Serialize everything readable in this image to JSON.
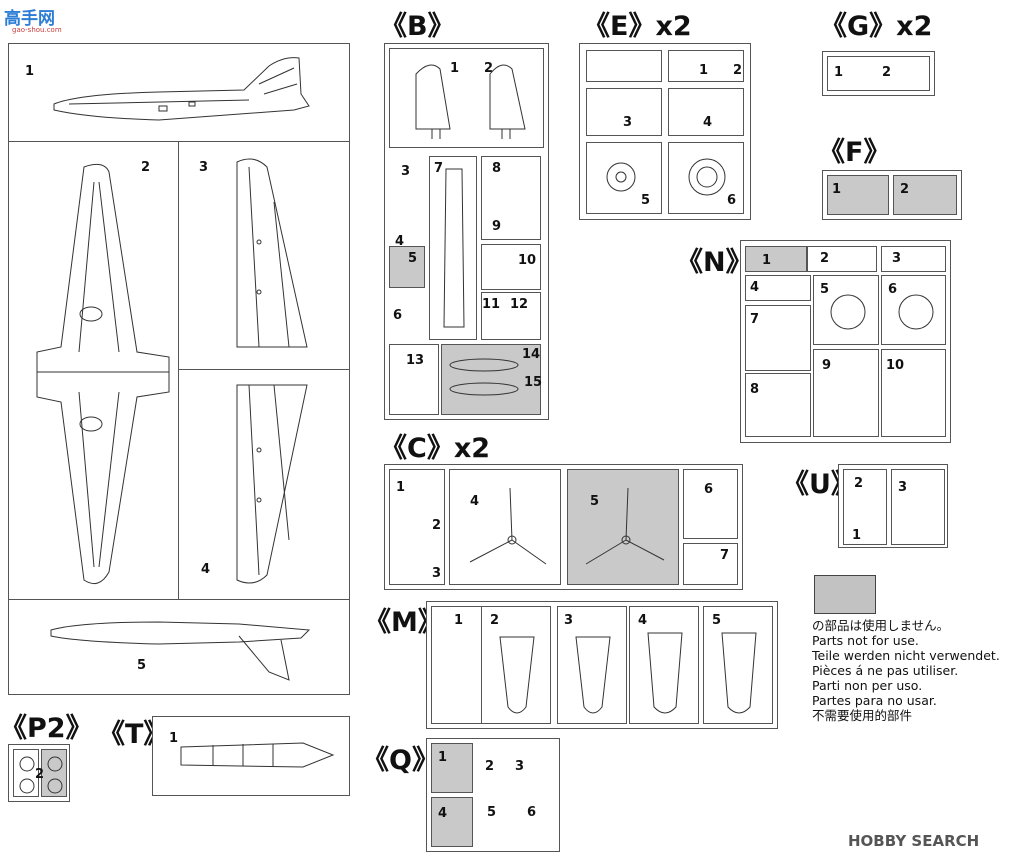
{
  "watermark": {
    "site_name": "高手网",
    "site_url": "gao-shou.com"
  },
  "main_parts_frame": {
    "labels": [
      "1",
      "2",
      "3",
      "4",
      "5"
    ]
  },
  "sprues": {
    "B": {
      "title": "《B》",
      "labels": [
        "1",
        "2",
        "3",
        "4",
        "5",
        "6",
        "7",
        "8",
        "9",
        "10",
        "11",
        "12",
        "13",
        "14",
        "15"
      ],
      "unused": [
        "5",
        "14",
        "15"
      ]
    },
    "E": {
      "title": "《E》x2",
      "labels": [
        "1",
        "2",
        "3",
        "4",
        "5",
        "6"
      ]
    },
    "G": {
      "title": "《G》x2",
      "labels": [
        "1",
        "2"
      ]
    },
    "F": {
      "title": "《F》",
      "labels": [
        "1",
        "2"
      ],
      "unused": [
        "1",
        "2"
      ]
    },
    "N": {
      "title": "《N》",
      "labels": [
        "1",
        "2",
        "3",
        "4",
        "5",
        "6",
        "7",
        "8",
        "9",
        "10"
      ],
      "unused": [
        "1"
      ]
    },
    "C": {
      "title": "《C》x2",
      "labels": [
        "1",
        "2",
        "3",
        "4",
        "5",
        "6",
        "7"
      ],
      "unused": [
        "5"
      ]
    },
    "U": {
      "title": "《U》",
      "labels": [
        "2",
        "1",
        "3"
      ]
    },
    "M": {
      "title": "《M》",
      "labels": [
        "1",
        "2",
        "3",
        "4",
        "5"
      ]
    },
    "P2": {
      "title": "《P2》",
      "labels": [
        "2"
      ],
      "unused": [
        "2"
      ]
    },
    "T": {
      "title": "《T》",
      "labels": [
        "1"
      ]
    },
    "Q": {
      "title": "《Q》",
      "labels": [
        "1",
        "2",
        "3",
        "4",
        "5",
        "6"
      ],
      "unused": [
        "1",
        "4"
      ]
    }
  },
  "legend": {
    "lines": [
      "の部品は使用しません。",
      "Parts not for use.",
      "Teile werden nicht verwendet.",
      "Pièces á ne pas utiliser.",
      "Parti non per uso.",
      "Partes para no usar.",
      "不需要使用的部件"
    ]
  },
  "brand": "HOBBY SEARCH",
  "colors": {
    "unused_fill": "#c9c9c9",
    "line": "#333333",
    "logo_blue": "#2c7dd6"
  }
}
